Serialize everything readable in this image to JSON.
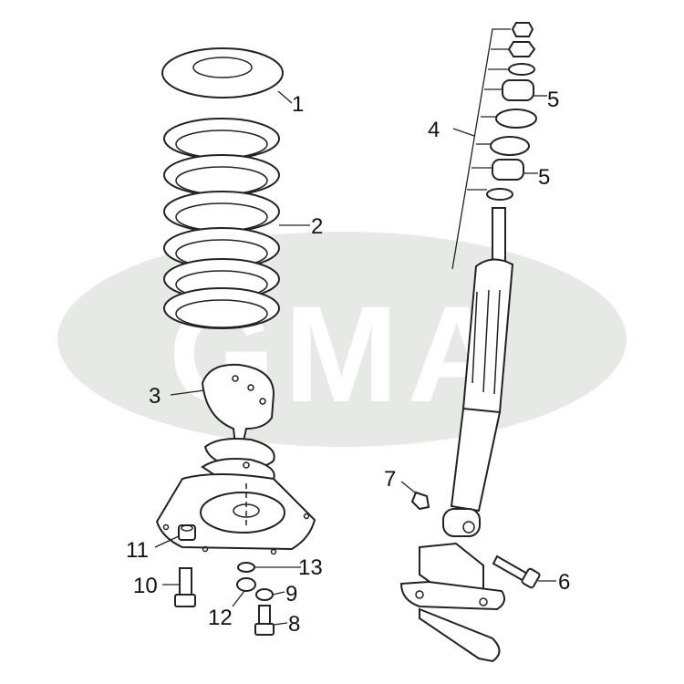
{
  "watermark": {
    "text": "GMA",
    "color": "#e6e9e6"
  },
  "callouts": {
    "c1": "1",
    "c2": "2",
    "c3": "3",
    "c4": "4",
    "c5a": "5",
    "c5b": "5",
    "c6": "6",
    "c7": "7",
    "c8": "8",
    "c9": "9",
    "c10": "10",
    "c11": "11",
    "c12": "12",
    "c13": "13"
  }
}
